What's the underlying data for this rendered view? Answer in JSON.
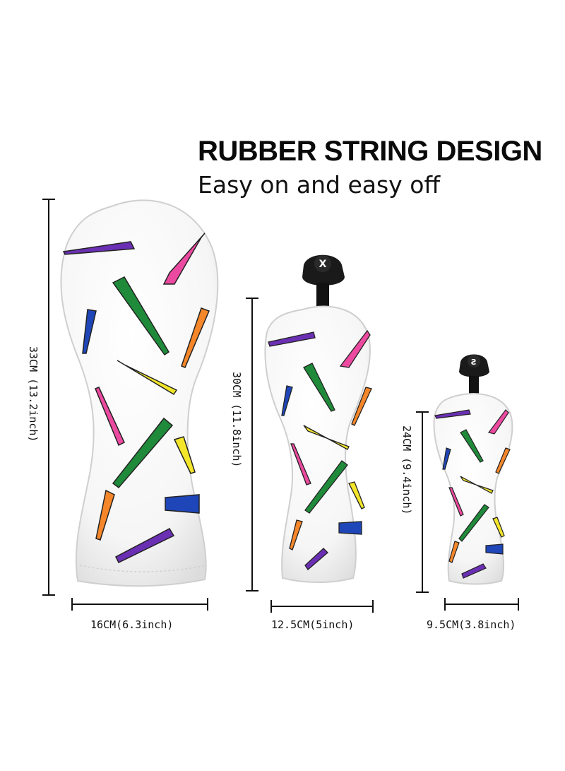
{
  "headline": "RUBBER STRING DESIGN",
  "subline": "Easy on and easy off",
  "products": [
    {
      "name": "driver-cover",
      "height_label": "33CM (13.2inch)",
      "width_label": "16CM(6.3inch)"
    },
    {
      "name": "fairway-cover",
      "height_label": "30CM (11.8inch)",
      "width_label": "12.5CM(5inch)",
      "tag": "X"
    },
    {
      "name": "hybrid-cover",
      "height_label": "24CM (9.4inch)",
      "width_label": "9.5CM(3.8inch)",
      "tag": "Ƨ"
    }
  ],
  "colors": {
    "purple": "#6a2fb3",
    "pink": "#ec4aa0",
    "green": "#1f8a3a",
    "blue": "#1f46b8",
    "orange": "#f5862a",
    "yellow": "#f2e52a"
  }
}
